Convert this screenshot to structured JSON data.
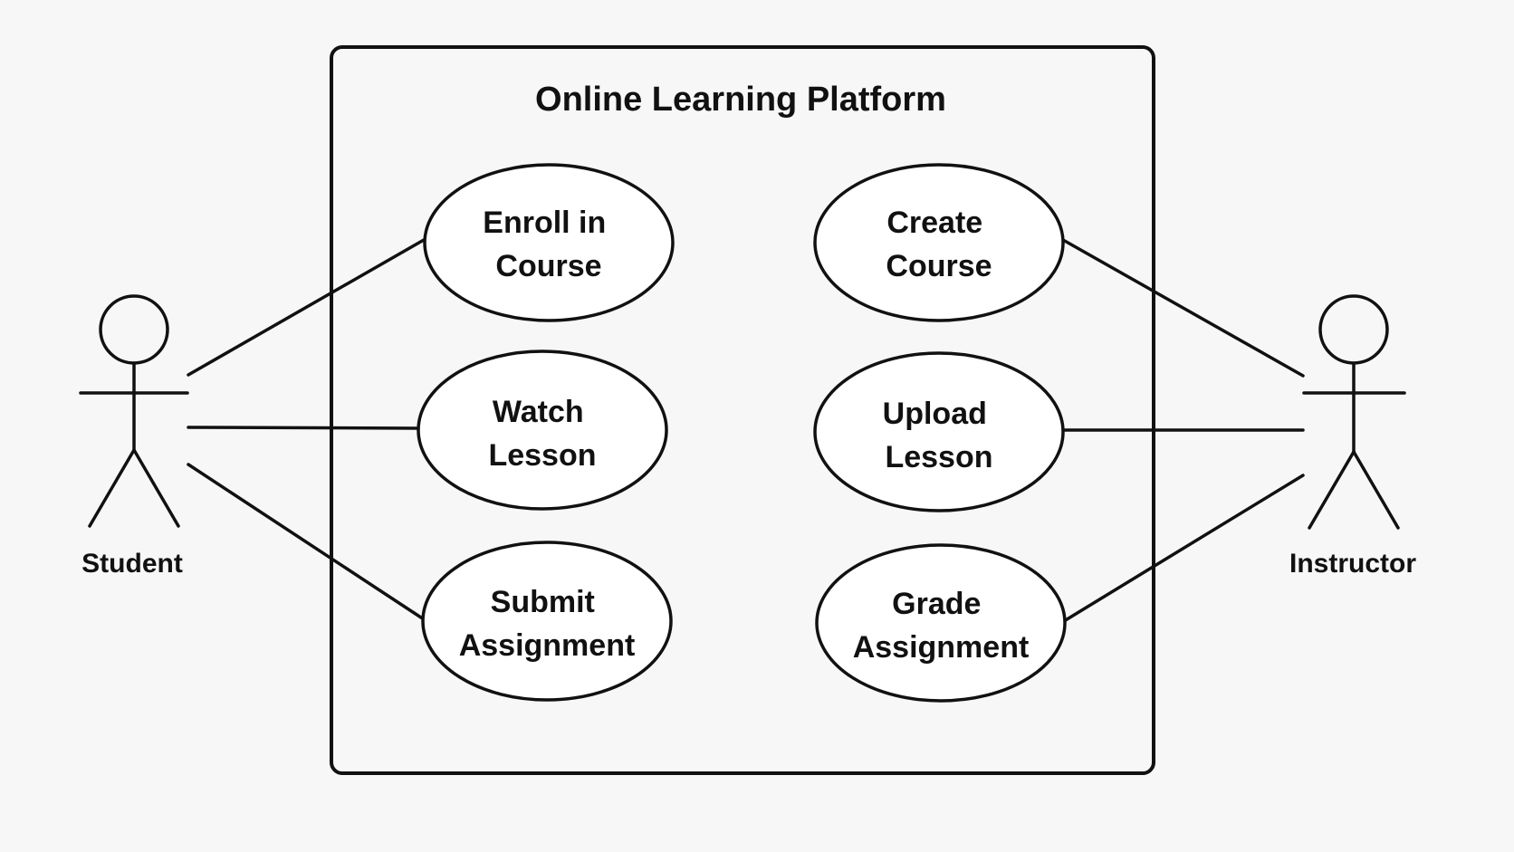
{
  "system": {
    "title": "Online Learning Platform"
  },
  "actors": [
    {
      "id": "student",
      "name": "Student",
      "side": "left"
    },
    {
      "id": "instructor",
      "name": "Instructor",
      "side": "right"
    }
  ],
  "use_cases": [
    {
      "id": "enroll",
      "lines": [
        "Enroll in",
        "Course"
      ],
      "actor": "student"
    },
    {
      "id": "watch",
      "lines": [
        "Watch",
        "Lesson"
      ],
      "actor": "student"
    },
    {
      "id": "submit",
      "lines": [
        "Submit",
        "Assignment"
      ],
      "actor": "student"
    },
    {
      "id": "create",
      "lines": [
        "Create",
        "Course"
      ],
      "actor": "instructor"
    },
    {
      "id": "upload",
      "lines": [
        "Upload",
        "Lesson"
      ],
      "actor": "instructor"
    },
    {
      "id": "grade",
      "lines": [
        "Grade",
        "Assignment"
      ],
      "actor": "instructor"
    }
  ],
  "colors": {
    "stroke": "#111111",
    "background": "#f7f7f7",
    "use_case_fill": "#ffffff"
  }
}
